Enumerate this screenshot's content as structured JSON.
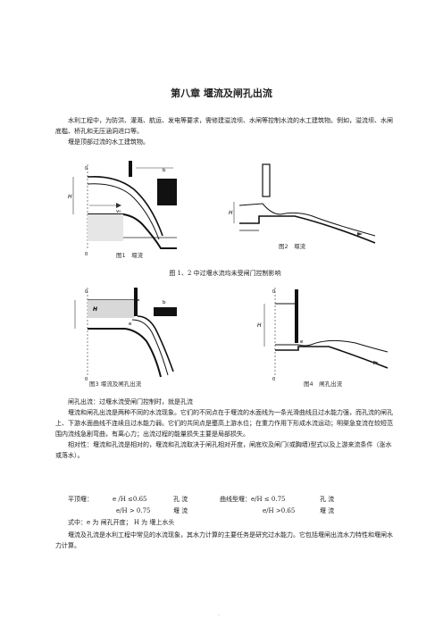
{
  "chapter_title": "第八章  堰流及闸孔出流",
  "intro": [
    "水利工程中，为防洪、灌溉、航运、发电等要求，需修建溢流坝、水闸等控制水流的水工建筑物。例如，溢流坝、水闸底槛、桥孔和无压涵洞进口等。",
    "堰是顶部过流的水工建筑物。"
  ],
  "figures_top": {
    "fig1": {
      "caption": "图1　堰流",
      "labels": {
        "H": "H",
        "v0": "v₀",
        "b": "b",
        "o_top": "0",
        "o_bottom": "0"
      }
    },
    "fig2": {
      "caption": "图2　堰流",
      "labels": {
        "H": "H"
      }
    }
  },
  "mid_caption": "图 1、2 中过堰水流均未受闸门控制影响",
  "figures_bottom": {
    "fig3": {
      "caption": "图3  堰流及闸孔出流",
      "labels": {
        "H": "H",
        "e": "e",
        "b": "b",
        "o_top": "0",
        "o_bottom": "0"
      }
    },
    "fig4": {
      "caption": "图4　闸孔出流",
      "labels": {
        "H": "H",
        "e": "e",
        "o_top": "0",
        "o_bottom": "0"
      }
    }
  },
  "body": [
    "闸孔出流：过堰水流受闸门控制时，就是孔流",
    "堰流和闸孔出流是两种不同的水流现象。它们的不同点在于堰流的水面线为一条光滑曲线且过水能力强，而孔流的闸孔上、下游水面曲线不连续且过水能力弱。它们的共同点是壅高上游水位；在重力作用下形成水流运动；明渠急变流在较短范围内流线急剧弯曲，有离心力；出流过程的能量损失主要是局部损失。",
    "相对性：堰流和孔流是相对的，堰流和孔流取决于闸孔相对开度，闸底坎及闸门(或胸墙)型式以及上游来流条件（涨水或落水）。"
  ],
  "criteria": {
    "row1": {
      "label": "平顶堰：",
      "cond1": "e /H  ≤0.65",
      "type1": "孔  流",
      "label2": "曲线型堰：e/H  ≤  0.75",
      "type2": "孔  流"
    },
    "row2": {
      "cond1": "e/H  >  0.75",
      "type1": "堰  流",
      "cond2": "e/H  >0.65",
      "type2": "堰  流"
    },
    "row3": "式中：e 为  闸孔开度；        H 为  堰上水头"
  },
  "closing": "堰流及孔流是水利工程中常见的水流现象，其水力计算的主要任务是研究过水能力。它包括堰闸出流水力特性和堰闸水力计算。",
  "footer_mark": "."
}
